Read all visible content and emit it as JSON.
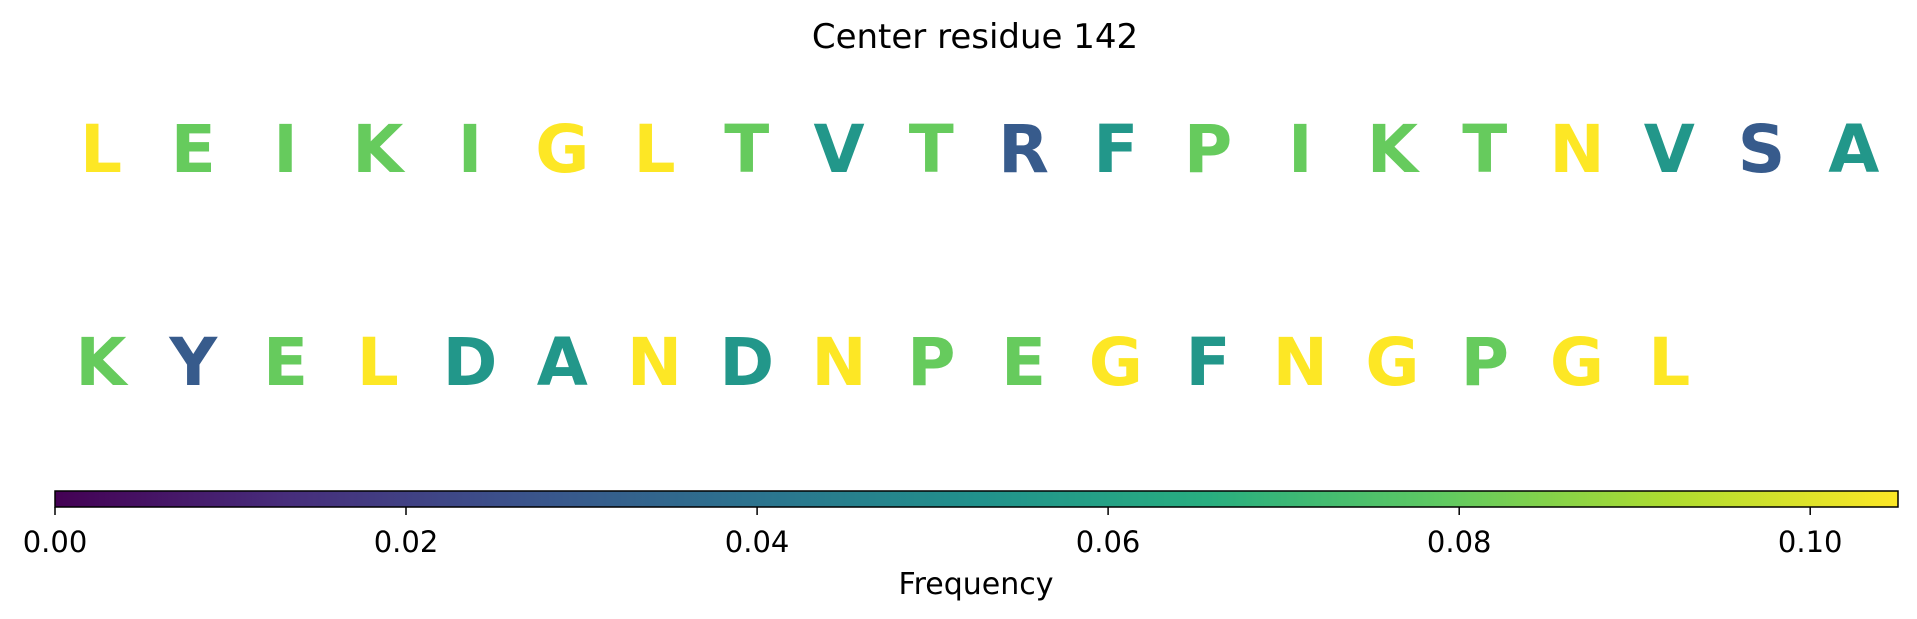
{
  "chart_data": {
    "type": "heatmap",
    "title": "Center residue 142",
    "rows": [
      {
        "residues": [
          "L",
          "E",
          "I",
          "K",
          "I",
          "G",
          "L",
          "T",
          "V",
          "T",
          "R",
          "F",
          "P",
          "I",
          "K",
          "T",
          "N",
          "V",
          "S",
          "A"
        ],
        "values": [
          0.105,
          0.08,
          0.08,
          0.08,
          0.08,
          0.105,
          0.105,
          0.08,
          0.055,
          0.08,
          0.03,
          0.055,
          0.08,
          0.08,
          0.08,
          0.08,
          0.105,
          0.055,
          0.03,
          0.055
        ]
      },
      {
        "residues": [
          "K",
          "Y",
          "E",
          "L",
          "D",
          "A",
          "N",
          "D",
          "N",
          "P",
          "E",
          "G",
          "F",
          "N",
          "G",
          "P",
          "G",
          "L"
        ],
        "values": [
          0.08,
          0.03,
          0.08,
          0.105,
          0.055,
          0.055,
          0.105,
          0.055,
          0.105,
          0.08,
          0.08,
          0.105,
          0.055,
          0.105,
          0.105,
          0.08,
          0.105,
          0.105
        ]
      }
    ],
    "colorbar": {
      "colormap": "viridis",
      "range": [
        0.0,
        0.105
      ],
      "ticks": [
        0.0,
        0.02,
        0.04,
        0.06,
        0.08,
        0.1
      ],
      "tick_labels": [
        "0.00",
        "0.02",
        "0.04",
        "0.06",
        "0.08",
        "0.10"
      ],
      "label": "Frequency",
      "orientation": "horizontal",
      "placement": "bottom"
    }
  }
}
